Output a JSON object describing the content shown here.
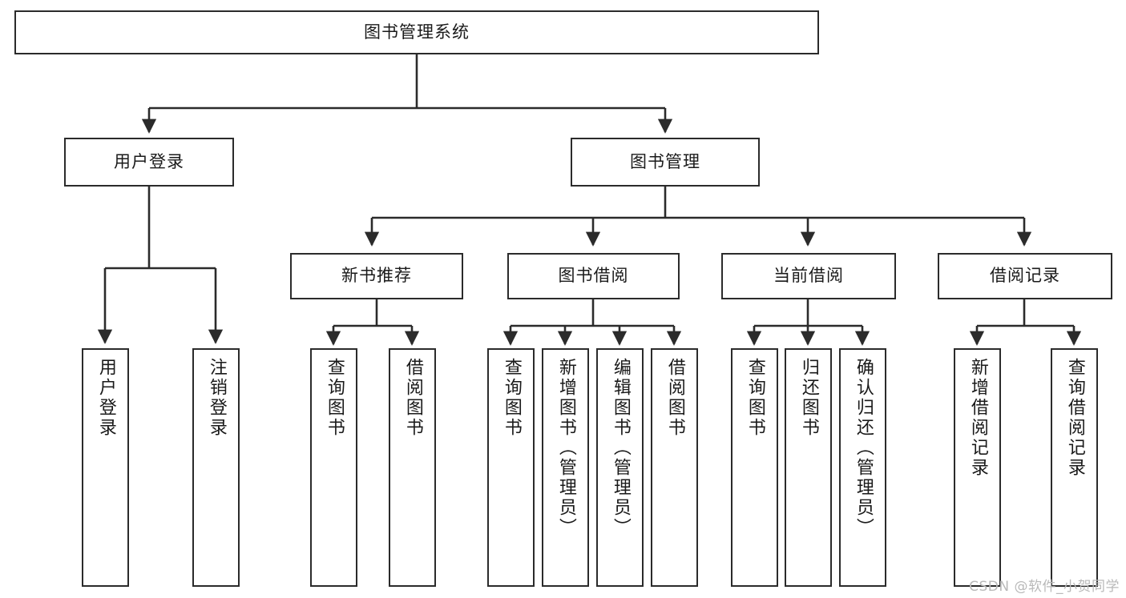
{
  "diagram": {
    "title": "图书管理系统",
    "type": "tree-hierarchy-chart",
    "watermark": "CSDN @软件_小贺同学",
    "colors": {
      "background": "#ffffff",
      "box_border": "#2b2b2b",
      "box_fill": "#ffffff",
      "connector": "#2b2b2b",
      "text": "#1a1a1a",
      "watermark": "#b9b9b9"
    },
    "nodes": {
      "root": {
        "label": "图书管理系统"
      },
      "level2": [
        {
          "id": "user-login",
          "label": "用户登录"
        },
        {
          "id": "book-management",
          "label": "图书管理"
        }
      ],
      "level3": [
        {
          "id": "new-book-recommend",
          "label": "新书推荐"
        },
        {
          "id": "book-borrow",
          "label": "图书借阅"
        },
        {
          "id": "current-borrow",
          "label": "当前借阅"
        },
        {
          "id": "borrow-record",
          "label": "借阅记录"
        }
      ],
      "leaves": {
        "user-login": [
          {
            "id": "leaf-user-login",
            "label": "用户登录"
          },
          {
            "id": "leaf-logout-login",
            "label": "注销登录"
          }
        ],
        "new-book-recommend": [
          {
            "id": "leaf-query-book-1",
            "label": "查询图书"
          },
          {
            "id": "leaf-borrow-book-1",
            "label": "借阅图书"
          }
        ],
        "book-borrow": [
          {
            "id": "leaf-query-book-2",
            "label": "查询图书"
          },
          {
            "id": "leaf-add-book",
            "label": "新增图书（管理员）"
          },
          {
            "id": "leaf-edit-book",
            "label": "编辑图书（管理员）"
          },
          {
            "id": "leaf-borrow-book-2",
            "label": "借阅图书"
          }
        ],
        "current-borrow": [
          {
            "id": "leaf-query-book-3",
            "label": "查询图书"
          },
          {
            "id": "leaf-return-book",
            "label": "归还图书"
          },
          {
            "id": "leaf-confirm-return",
            "label": "确认归还（管理员）"
          }
        ],
        "borrow-record": [
          {
            "id": "leaf-add-record",
            "label": "新增借阅记录"
          },
          {
            "id": "leaf-query-record",
            "label": "查询借阅记录"
          }
        ]
      }
    }
  }
}
